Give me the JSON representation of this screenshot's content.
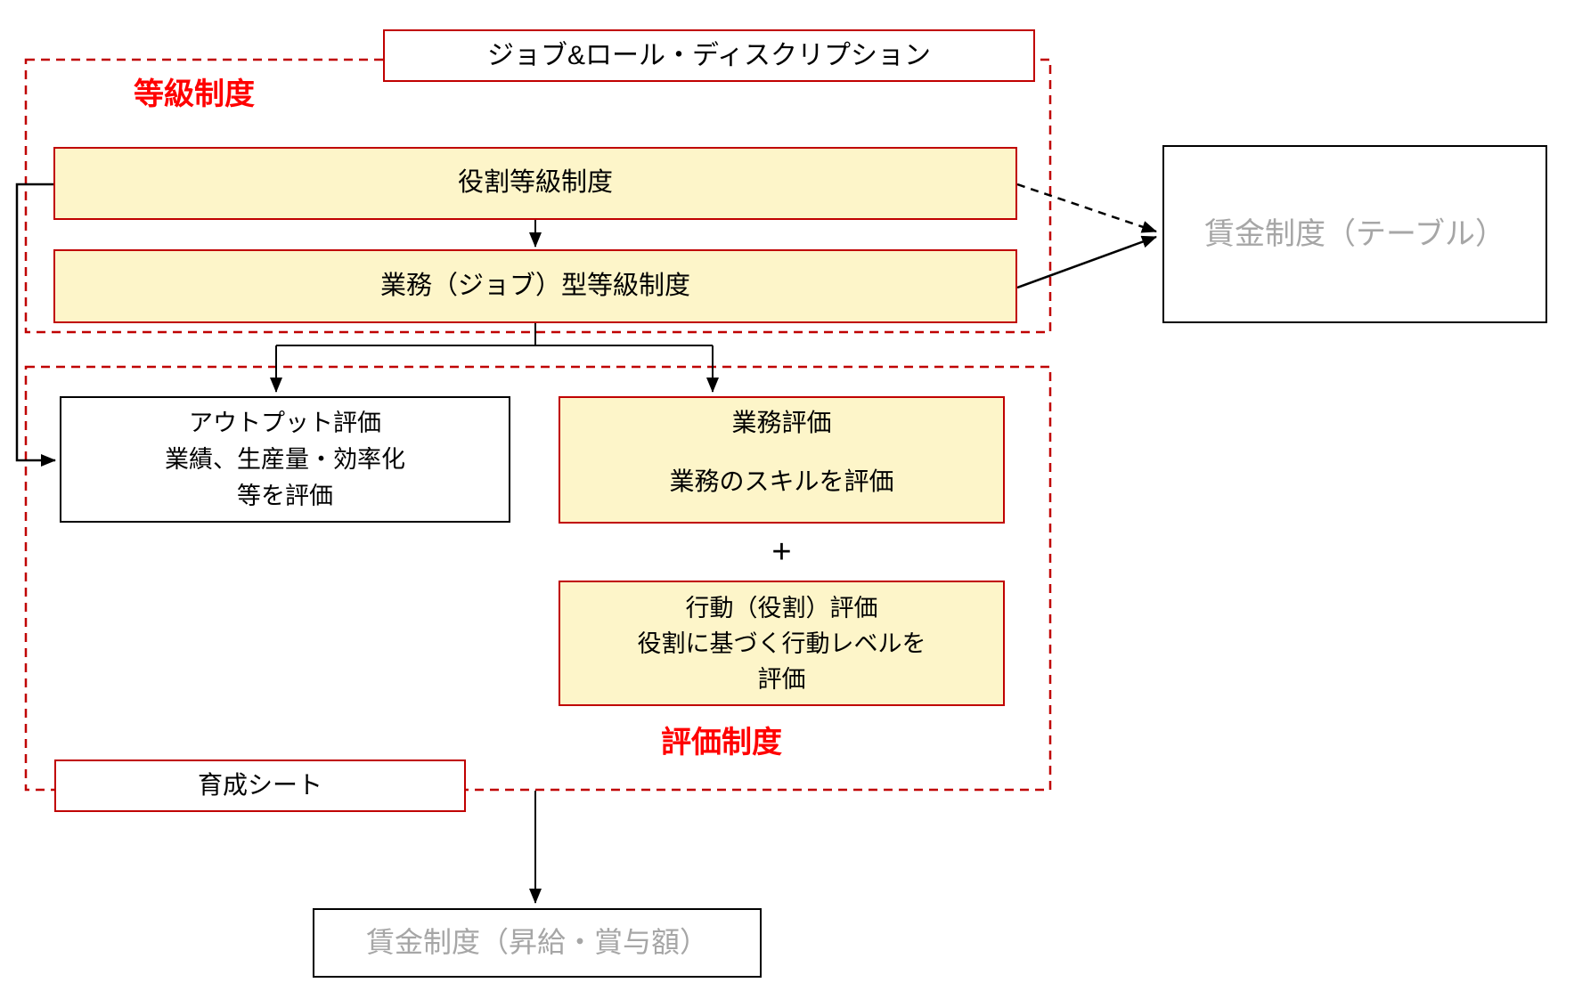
{
  "diagram": {
    "top_box": {
      "label": "ジョブ&ロール・ディスクリプション"
    },
    "grade_system": {
      "section_label": "等級制度",
      "role_grade_box": {
        "label": "役割等級制度"
      },
      "job_grade_box": {
        "label": "業務（ジョブ）型等級制度"
      }
    },
    "wage_table_box": {
      "label": "賃金制度（テーブル）"
    },
    "evaluation_system": {
      "section_label": "評価制度",
      "output_eval_box": {
        "line1": "アウトプット評価",
        "line2": "業績、生産量・効率化",
        "line3": "等を評価"
      },
      "job_eval_box": {
        "line1": "業務評価",
        "line2": "業務のスキルを評価"
      },
      "plus_sign": "+",
      "behavior_eval_box": {
        "line1": "行動（役割）評価",
        "line2": "役割に基づく行動レベルを",
        "line3": "評価"
      }
    },
    "development_sheet_box": {
      "label": "育成シート"
    },
    "wage_amount_box": {
      "label": "賃金制度（昇給・賞与額）"
    },
    "colors": {
      "border_red": "#c00000",
      "label_red": "#ff0000",
      "box_yellow": "#fdf5c9",
      "gray_text": "#a6a6a6",
      "line_black": "#000000"
    }
  }
}
